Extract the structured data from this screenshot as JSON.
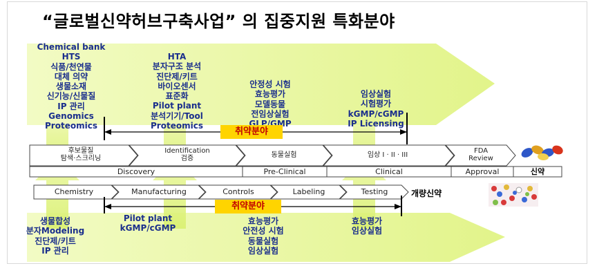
{
  "title": "“글로벌신약허브구축사업” 의 집중지원 특화분야",
  "columns": {
    "col1": [
      "Chemical bank",
      "HTS",
      "식품/천연물",
      "대체 의약",
      "생물소재",
      "신기능/신물질",
      "IP 관리",
      "Genomics",
      "Proteomics"
    ],
    "col2": [
      "HTA",
      "분자구조 분석",
      "진단제/키트",
      "바이오센서",
      "표준화",
      "Pilot plant",
      "분석기기/Tool",
      "Proteomics"
    ],
    "col3": [
      "안정성 시험",
      "효능평가",
      "모델동물",
      "전임상실험",
      "GLP/GMP"
    ],
    "col4": [
      "임상실험",
      "시험평가",
      "kGMP/cGMP",
      "IP Licensing"
    ]
  },
  "weak_label": "취약분야",
  "stages": {
    "s1_line1": "후보물질",
    "s1_line2": "탐색·스크리닝",
    "s2_line1": "Identification",
    "s2_line2": "검증",
    "s3": "동물실험",
    "s4": "임상 I · II · III",
    "s5_line1": "FDA",
    "s5_line2": "Review"
  },
  "phases": {
    "discovery": "Discovery",
    "preclinical": "Pre-Clinical",
    "clinical": "Clinical",
    "approval": "Approval",
    "new_drug": "신약"
  },
  "process": [
    "Chemistry",
    "Manufacturing",
    "Controls",
    "Labeling",
    "Testing"
  ],
  "improved_drug": "개량신약",
  "bottom": {
    "col1": [
      "생물합성",
      "분자Modeling",
      "진단제/키트",
      "IP 관리"
    ],
    "col2": [
      "Pilot plant",
      "kGMP/cGMP"
    ],
    "col3": [
      "효능평가",
      "안전성 시험",
      "동물실험",
      "임상실험"
    ],
    "col4": [
      "효능평가",
      "임상실험"
    ]
  },
  "colors": {
    "band_green": "#e4f58e",
    "list_text": "#1a2e8c",
    "weak_bg": "#ffd400",
    "weak_text": "#c00000"
  }
}
